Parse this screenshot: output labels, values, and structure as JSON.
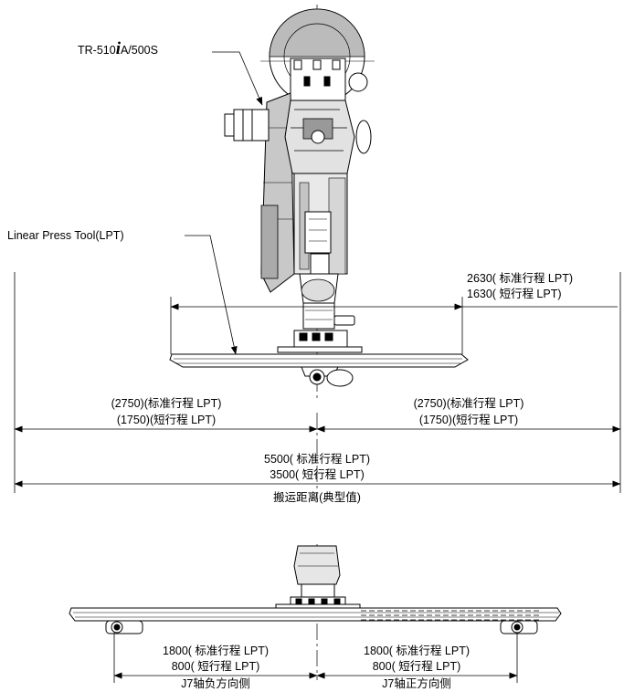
{
  "labels": {
    "model_prefix": "TR-510",
    "model_italic": "i",
    "model_suffix": "A/500S",
    "lpt": "Linear Press Tool(LPT)",
    "top_width_std": "2630( 标准行程 LPT)",
    "top_width_short": "1630( 短行程 LPT)",
    "left_half_std": "(2750)(标准行程 LPT)",
    "left_half_short": "(1750)(短行程 LPT)",
    "right_half_std": "(2750)(标准行程 LPT)",
    "right_half_short": "(1750)(短行程 LPT)",
    "total_std": "5500( 标准行程 LPT)",
    "total_short": "3500( 短行程 LPT)",
    "transport_distance": "搬运距离(典型值)",
    "neg_std": "1800( 标准行程 LPT)",
    "neg_short": "800( 短行程 LPT)",
    "neg_side": "J7轴负方向侧",
    "pos_std": "1800( 标准行程 LPT)",
    "pos_short": "800( 短行程 LPT)",
    "pos_side": "J7轴正方向侧"
  }
}
